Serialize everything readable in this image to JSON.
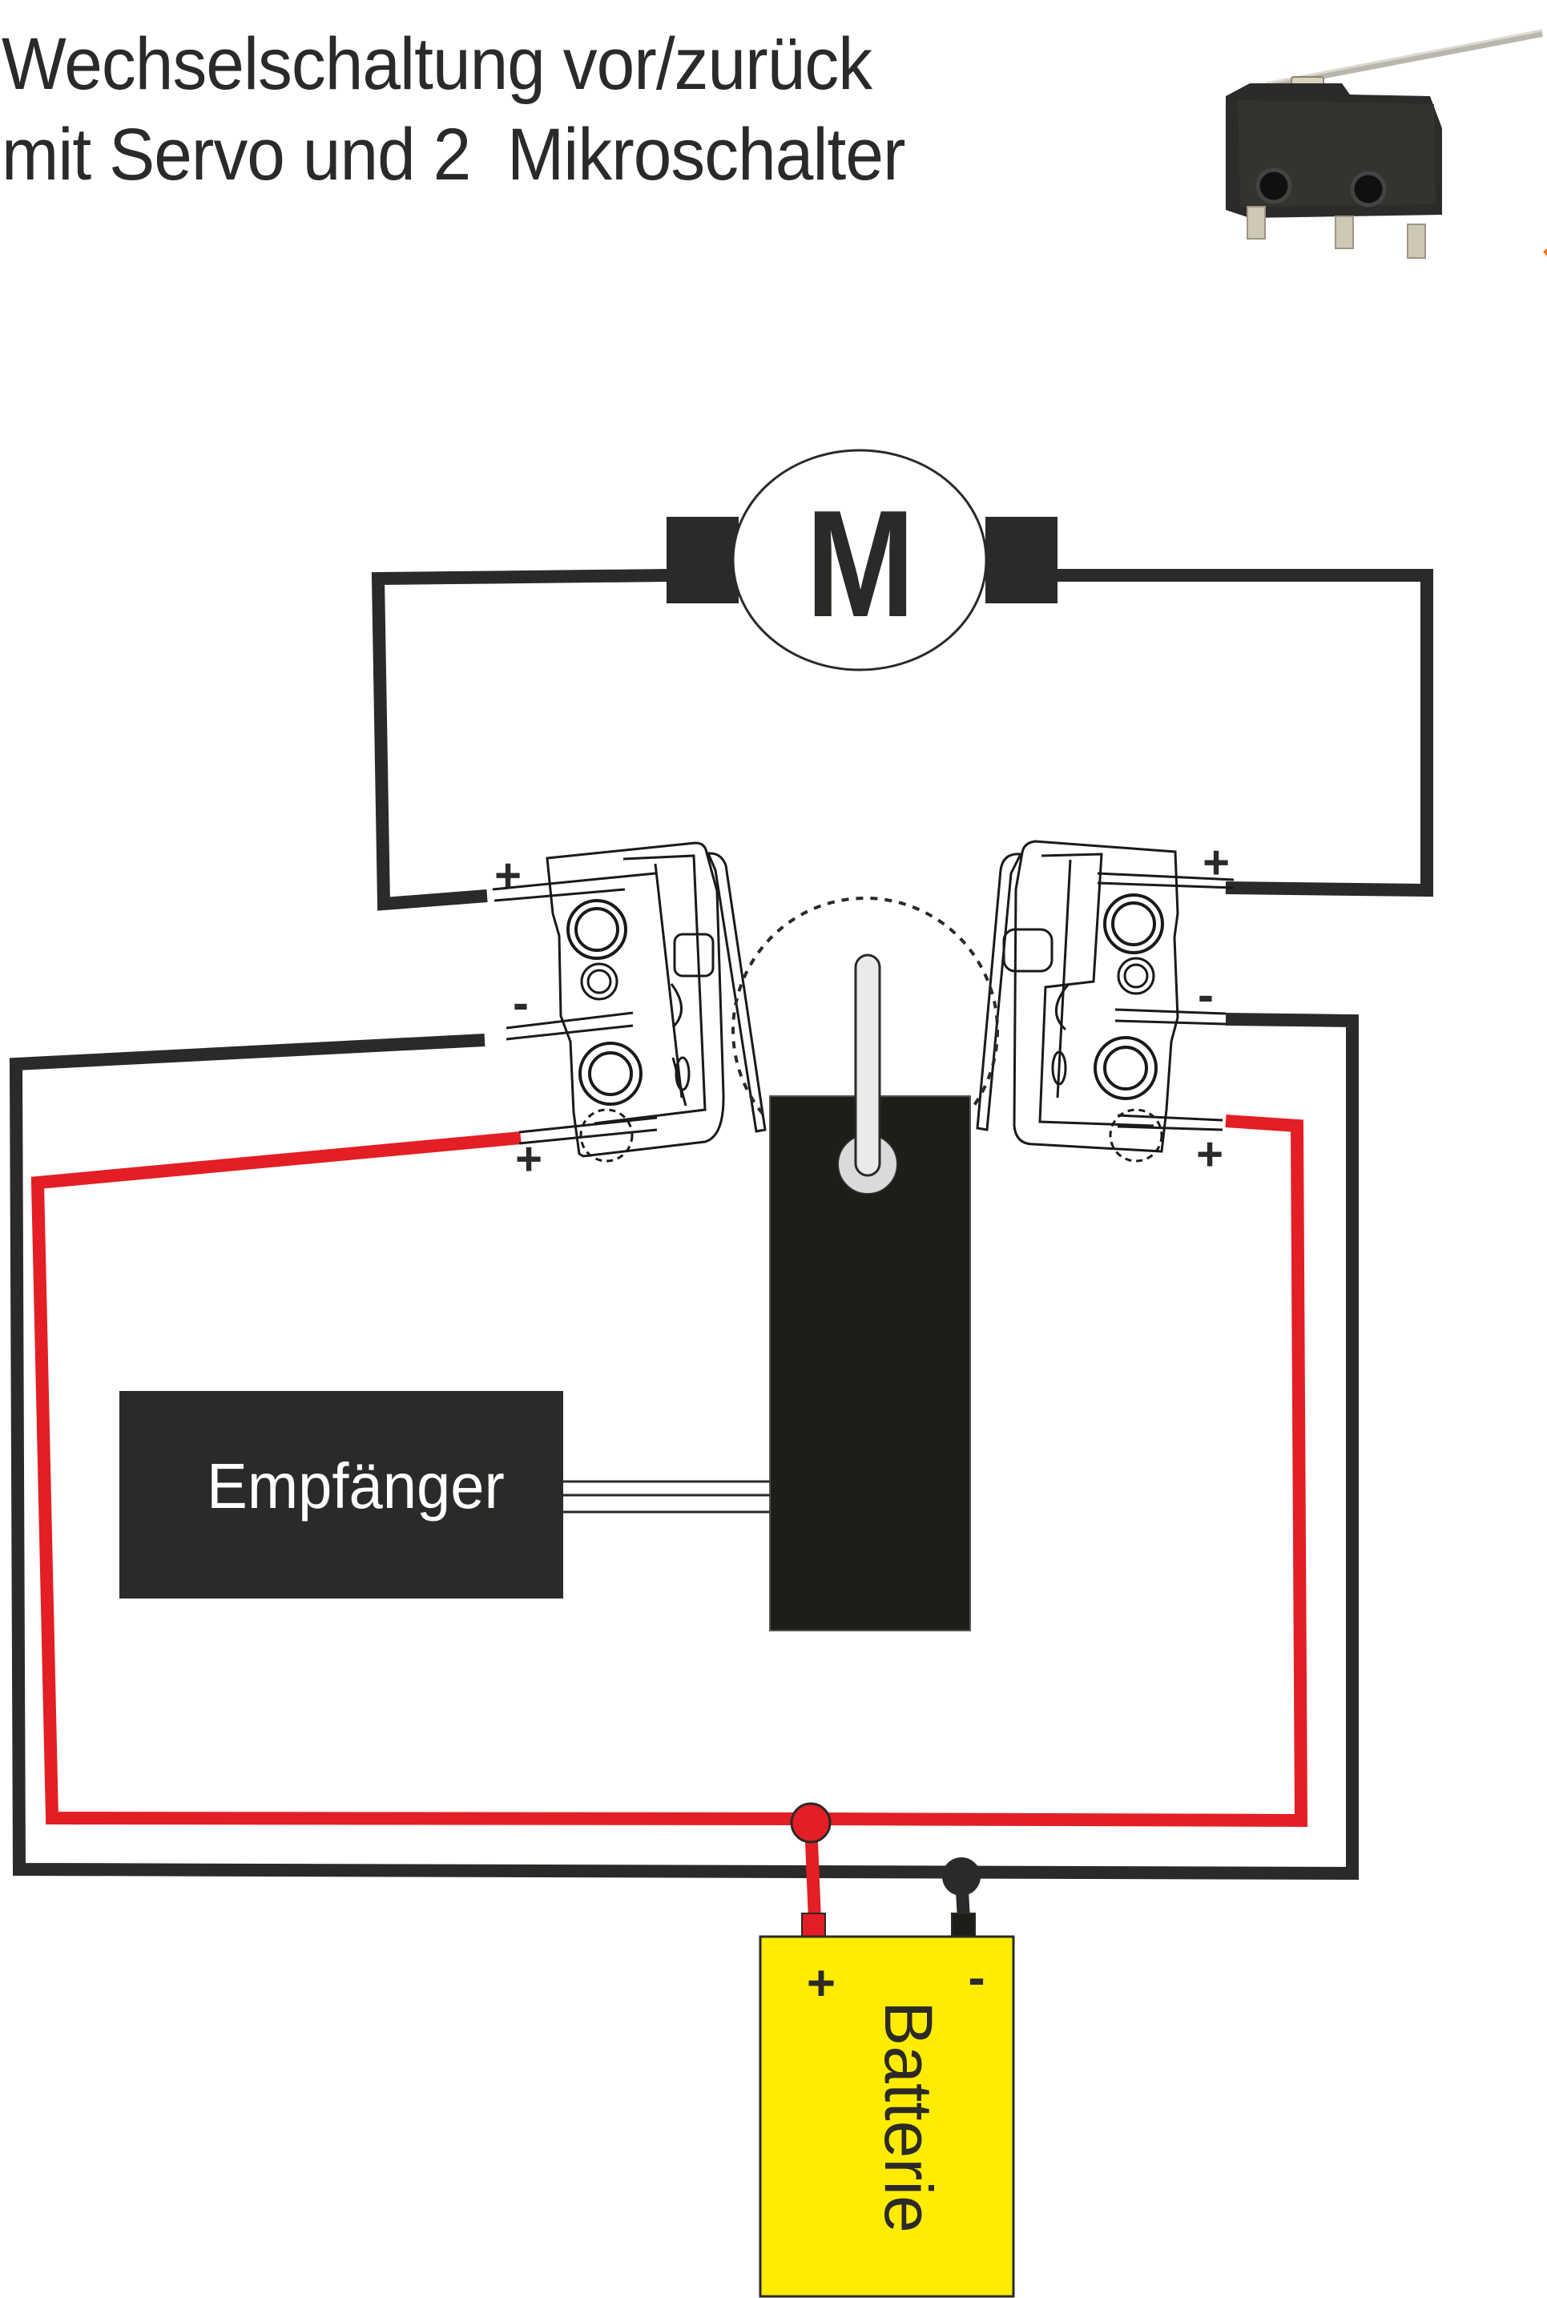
{
  "title": {
    "line1": "Wechselschaltung vor/zurück",
    "line2": "mit Servo und 2  Mikroschalter"
  },
  "motor": {
    "label": "M"
  },
  "receiver": {
    "label": "Empfänger"
  },
  "battery": {
    "label": "Batterie",
    "plus": "+",
    "minus": "-"
  },
  "switch_left": {
    "top_terminal": "+",
    "middle_terminal": "-",
    "bottom_terminal": "+"
  },
  "switch_right": {
    "top_terminal": "+",
    "middle_terminal": "-",
    "bottom_terminal": "+"
  },
  "photo": {
    "icon": "microswitch-photo"
  },
  "colors": {
    "wire_black": "#2b2a28",
    "wire_red": "#e31e24",
    "battery_fill": "#ffec00",
    "servo_body": "#1e1d19",
    "receiver_body": "#2b2a28",
    "servo_arm": "#e9eae9"
  }
}
